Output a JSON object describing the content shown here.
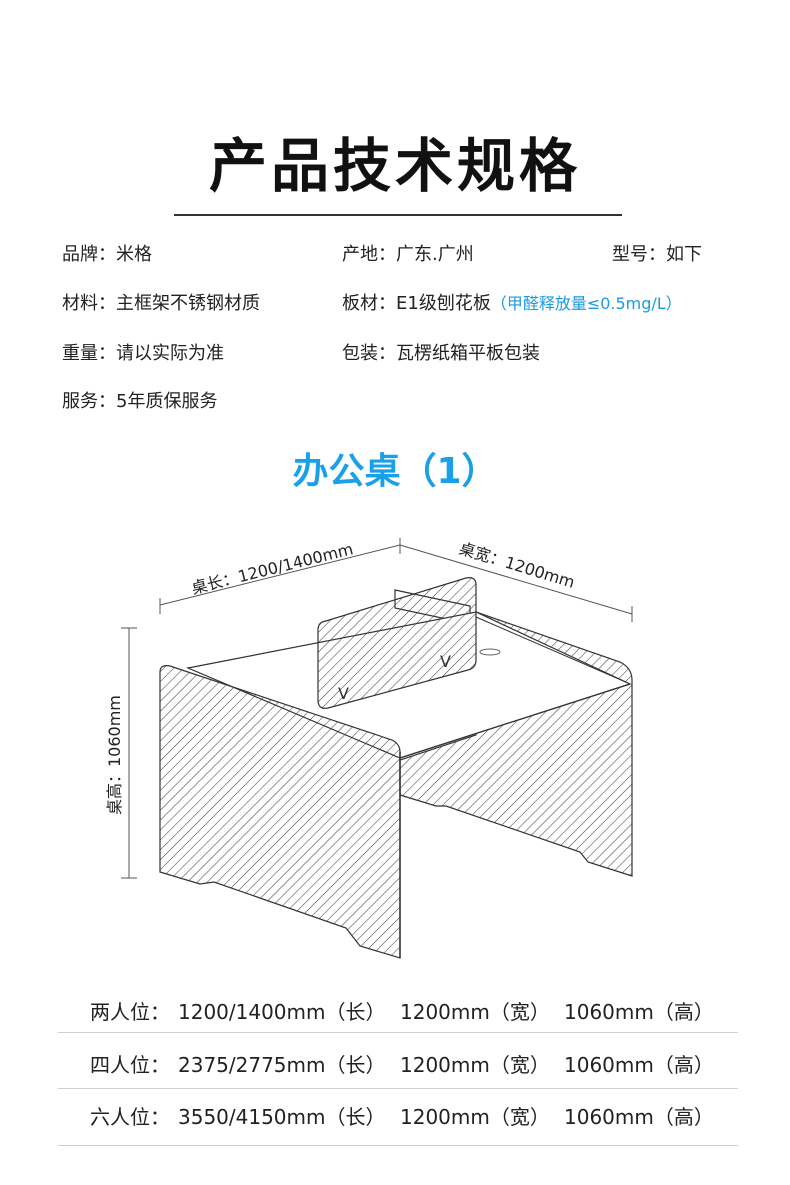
{
  "header": {
    "title": "产品技术规格"
  },
  "specs": {
    "brand": "品牌：米格",
    "origin": "产地：广东.广州",
    "model": "型号：如下",
    "material": "材料：主框架不锈钢材质",
    "board": "板材：E1级刨花板",
    "board_note": "（甲醛释放量≤0.5mg/L）",
    "weight": "重量：请以实际为准",
    "packing": "包装：瓦楞纸箱平板包装",
    "service": "服务：5年质保服务"
  },
  "section": {
    "title": "办公桌（1）"
  },
  "drawing": {
    "length_label": "桌长：1200/1400mm",
    "width_label": "桌宽：1200mm",
    "height_label": "桌高：1060mm"
  },
  "sizes": [
    {
      "name": "两人位：",
      "length": "1200/1400mm（长）",
      "width": "1200mm（宽）",
      "height": "1060mm（高）"
    },
    {
      "name": "四人位：",
      "length": "2375/2775mm（长）",
      "width": "1200mm（宽）",
      "height": "1060mm（高）"
    },
    {
      "name": "六人位：",
      "length": "3550/4150mm（长）",
      "width": "1200mm（宽）",
      "height": "1060mm（高）"
    }
  ],
  "colors": {
    "accent": "#1aa0e8",
    "text": "#222222",
    "line": "#333333"
  }
}
